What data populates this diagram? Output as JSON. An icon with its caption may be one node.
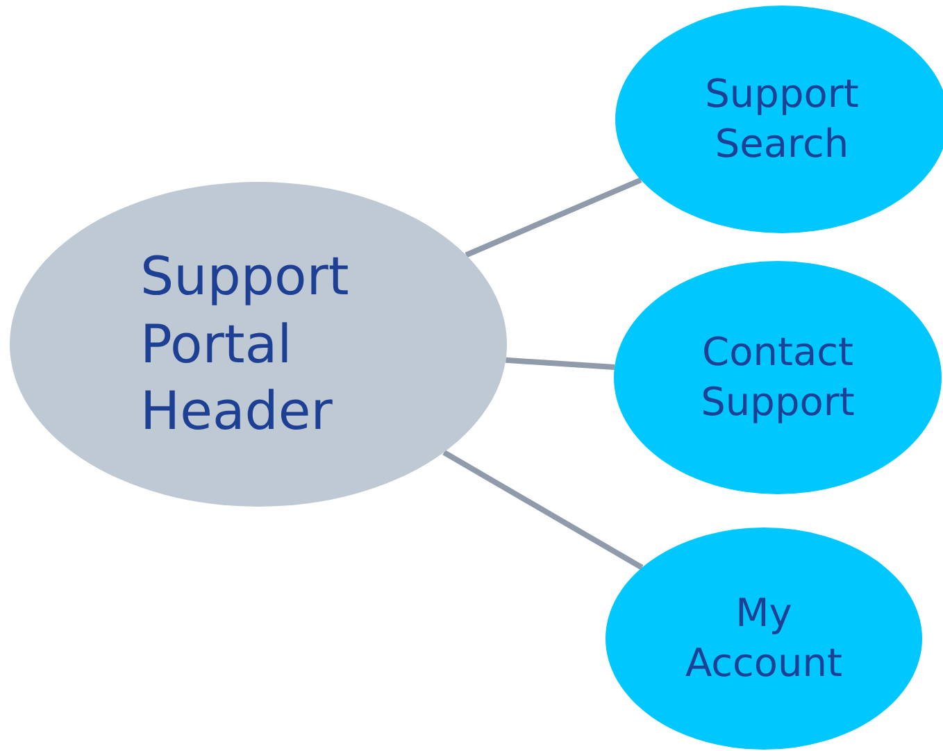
{
  "diagram": {
    "nodes": [
      {
        "text": [
          "Support Portal Header"
        ]
      },
      {
        "text": [
          "Support Search"
        ]
      },
      {
        "text": [
          "Contact Support"
        ]
      },
      {
        "text": [
          "My Account"
        ]
      }
    ],
    "edges": [
      {
        "from": 0,
        "to": 1,
        "arrow": "none"
      },
      {
        "from": 0,
        "to": 2,
        "arrow": "none"
      },
      {
        "from": 0,
        "to": 3,
        "arrow": "none"
      }
    ]
  }
}
